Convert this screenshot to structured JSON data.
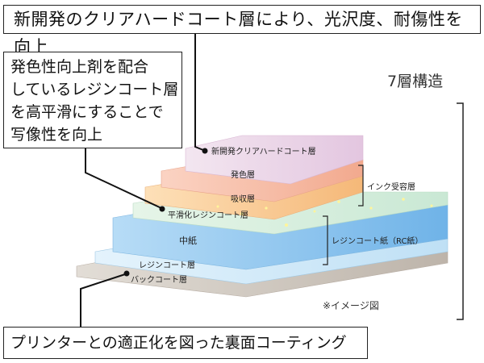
{
  "callouts": {
    "top": "新開発のクリアハードコート層により、光沢度、耐傷性を向上",
    "left_lines": [
      "発色性向上剤を配合",
      "しているレジンコート層",
      "を高平滑にすることで",
      "写像性を向上"
    ],
    "bottom": "プリンターとの適正化を図った裏面コーティング"
  },
  "structure_title": "7層構造",
  "note": "※イメージ図",
  "layers": {
    "clear_hard_coat": "新開発クリアハードコート層",
    "color_layer": "発色層",
    "absorb_layer": "吸収層",
    "smoothing_resin": "平滑化レジンコート層",
    "core_paper": "中紙",
    "resin_coat": "レジンコート層",
    "back_coat": "バックコート層"
  },
  "groups": {
    "ink_receiving": "インク受容層",
    "rc_paper": "レジンコート紙（RC紙）"
  },
  "colors": {
    "clear_coat": "#e9cfe6",
    "color_layer": "#f4b596",
    "absorb_layer": "#f8c98f",
    "smoothing": "#d4ecd9",
    "core": "#8fc6ef",
    "resin": "#cfe8f8",
    "back": "#cfc8c0"
  }
}
